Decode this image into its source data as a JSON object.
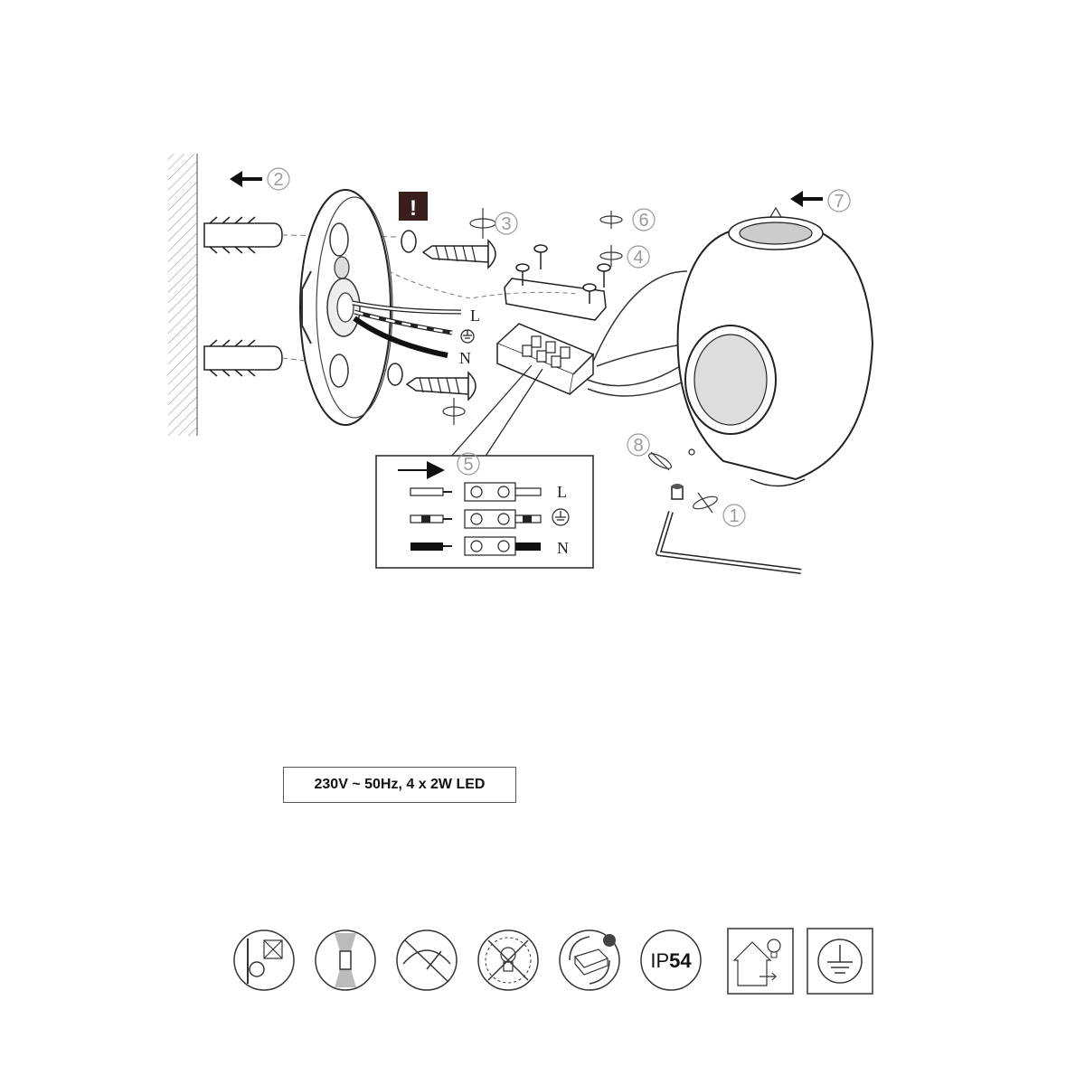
{
  "steps": {
    "s1": "1",
    "s2": "2",
    "s3": "3",
    "s4": "4",
    "s5": "5",
    "s6": "6",
    "s7": "7",
    "s8": "8"
  },
  "wires": {
    "live": "L",
    "neutral": "N"
  },
  "warning": {
    "mark": "!"
  },
  "spec": {
    "text": "230V ~ 50Hz, 4 x 2W LED"
  },
  "symbols": [
    {
      "icon": "wall-mount-distance-icon"
    },
    {
      "icon": "up-down-light-icon"
    },
    {
      "icon": "no-dimmer-icon"
    },
    {
      "icon": "led-not-replaceable-icon"
    },
    {
      "icon": "driver-recycling-icon"
    },
    {
      "icon": "ip-rating-icon",
      "ip_prefix": "IP",
      "ip_value": "54"
    },
    {
      "icon": "indoor-outdoor-use-icon"
    },
    {
      "icon": "protective-earth-icon"
    }
  ]
}
